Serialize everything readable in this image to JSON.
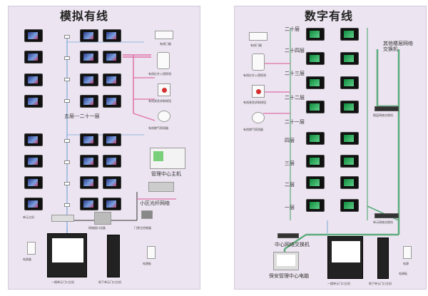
{
  "left": {
    "title": "模拟有线",
    "floor_label": "五层---二十一层",
    "center_host": "管理中心主机",
    "network_label": "小区光纤网络",
    "door_station": "一楼单元门口主机",
    "visitor_station": "地下单元门口主机",
    "sensors": [
      "有线门磁",
      "有线红外入侵探测",
      "有线紧急求助按钮",
      "有线燃气探测器"
    ],
    "small_labels": [
      "单元主机",
      "电源供应器",
      "网络接口设备",
      "门禁主控制器",
      "电源盒",
      "电源板"
    ]
  },
  "right": {
    "title": "数字有线",
    "floors": [
      "二十层",
      "二十四层",
      "二十三层",
      "二十二层",
      "二十一层",
      "四层",
      "三层",
      "二层",
      "一层"
    ],
    "building_switch": "其他楼层网络交换机",
    "center_switch": "中心网络交换机",
    "center_pc": "保安管理中心电脑",
    "door_station": "一楼单元门口主机",
    "visitor_station": "地下单元门口主机",
    "sensors": [
      "有线门磁",
      "有线红外入侵探测",
      "有线紧急求助按钮",
      "有线燃气探测器"
    ],
    "small_labels": [
      "楼层网络交换机",
      "单元网络交换机",
      "电源",
      "电源板"
    ]
  },
  "colors": {
    "panel_bg": "#ece4f0",
    "pink_wire": "#e070a8",
    "green_wire": "#5cab7d",
    "blue_wire": "#7aa9d9"
  }
}
